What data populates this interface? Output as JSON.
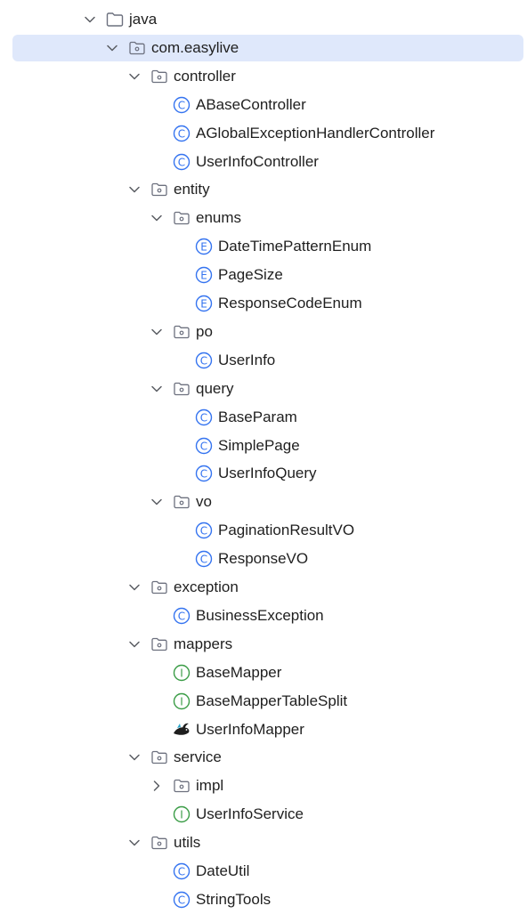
{
  "tree": {
    "items": [
      {
        "label": "java",
        "depth": 0,
        "icon": "folder-icon",
        "chevron": "down",
        "selected": false
      },
      {
        "label": "com.easylive",
        "depth": 1,
        "icon": "package-icon",
        "chevron": "down",
        "selected": true
      },
      {
        "label": "controller",
        "depth": 2,
        "icon": "package-icon",
        "chevron": "down",
        "selected": false
      },
      {
        "label": "ABaseController",
        "depth": 3,
        "icon": "class-icon",
        "chevron": "none",
        "selected": false
      },
      {
        "label": "AGlobalExceptionHandlerController",
        "depth": 3,
        "icon": "class-icon",
        "chevron": "none",
        "selected": false
      },
      {
        "label": "UserInfoController",
        "depth": 3,
        "icon": "class-icon",
        "chevron": "none",
        "selected": false
      },
      {
        "label": "entity",
        "depth": 2,
        "icon": "package-icon",
        "chevron": "down",
        "selected": false
      },
      {
        "label": "enums",
        "depth": 3,
        "icon": "package-icon",
        "chevron": "down",
        "selected": false
      },
      {
        "label": "DateTimePatternEnum",
        "depth": 4,
        "icon": "enum-icon",
        "chevron": "none",
        "selected": false
      },
      {
        "label": "PageSize",
        "depth": 4,
        "icon": "enum-icon",
        "chevron": "none",
        "selected": false
      },
      {
        "label": "ResponseCodeEnum",
        "depth": 4,
        "icon": "enum-icon",
        "chevron": "none",
        "selected": false
      },
      {
        "label": "po",
        "depth": 3,
        "icon": "package-icon",
        "chevron": "down",
        "selected": false
      },
      {
        "label": "UserInfo",
        "depth": 4,
        "icon": "class-icon",
        "chevron": "none",
        "selected": false
      },
      {
        "label": "query",
        "depth": 3,
        "icon": "package-icon",
        "chevron": "down",
        "selected": false
      },
      {
        "label": "BaseParam",
        "depth": 4,
        "icon": "class-icon",
        "chevron": "none",
        "selected": false
      },
      {
        "label": "SimplePage",
        "depth": 4,
        "icon": "class-icon",
        "chevron": "none",
        "selected": false
      },
      {
        "label": "UserInfoQuery",
        "depth": 4,
        "icon": "class-icon",
        "chevron": "none",
        "selected": false
      },
      {
        "label": "vo",
        "depth": 3,
        "icon": "package-icon",
        "chevron": "down",
        "selected": false
      },
      {
        "label": "PaginationResultVO",
        "depth": 4,
        "icon": "class-icon",
        "chevron": "none",
        "selected": false
      },
      {
        "label": "ResponseVO",
        "depth": 4,
        "icon": "class-icon",
        "chevron": "none",
        "selected": false
      },
      {
        "label": "exception",
        "depth": 2,
        "icon": "package-icon",
        "chevron": "down",
        "selected": false
      },
      {
        "label": "BusinessException",
        "depth": 3,
        "icon": "class-icon",
        "chevron": "none",
        "selected": false
      },
      {
        "label": "mappers",
        "depth": 2,
        "icon": "package-icon",
        "chevron": "down",
        "selected": false
      },
      {
        "label": "BaseMapper",
        "depth": 3,
        "icon": "interface-icon",
        "chevron": "none",
        "selected": false
      },
      {
        "label": "BaseMapperTableSplit",
        "depth": 3,
        "icon": "interface-icon",
        "chevron": "none",
        "selected": false
      },
      {
        "label": "UserInfoMapper",
        "depth": 3,
        "icon": "mybatis-bird-icon",
        "chevron": "none",
        "selected": false
      },
      {
        "label": "service",
        "depth": 2,
        "icon": "package-icon",
        "chevron": "down",
        "selected": false
      },
      {
        "label": "impl",
        "depth": 3,
        "icon": "package-icon",
        "chevron": "right",
        "selected": false
      },
      {
        "label": "UserInfoService",
        "depth": 3,
        "icon": "interface-icon",
        "chevron": "none",
        "selected": false
      },
      {
        "label": "utils",
        "depth": 2,
        "icon": "package-icon",
        "chevron": "down",
        "selected": false
      },
      {
        "label": "DateUtil",
        "depth": 3,
        "icon": "class-icon",
        "chevron": "none",
        "selected": false
      },
      {
        "label": "StringTools",
        "depth": 3,
        "icon": "class-icon",
        "chevron": "none",
        "selected": false
      }
    ]
  },
  "colors": {
    "selection": "#dfe8fb",
    "class": "#3574f0",
    "enum": "#3574f0",
    "interface": "#3a9c46",
    "folder": "#6c707e"
  }
}
